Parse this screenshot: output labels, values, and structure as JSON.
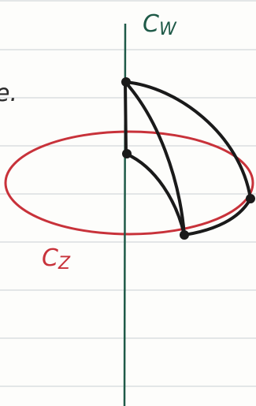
{
  "labels": {
    "vertical_axis": "C_W",
    "ellipse": "C_Z",
    "margin_fragment": "e."
  },
  "colors": {
    "paper": "#fdfdfb",
    "ruling": "#c9ced3",
    "vertical_axis": "#1f5a48",
    "ellipse": "#c8323a",
    "figure_ink": "#1a1a1a",
    "margin_ink": "#2b2b2b"
  },
  "elements": {
    "points": [
      "top-point",
      "mid-point",
      "bottom-point",
      "right-point"
    ],
    "curves": [
      "axis-segment",
      "left-arc",
      "middle-arc",
      "outer-arc",
      "base-arc"
    ]
  }
}
